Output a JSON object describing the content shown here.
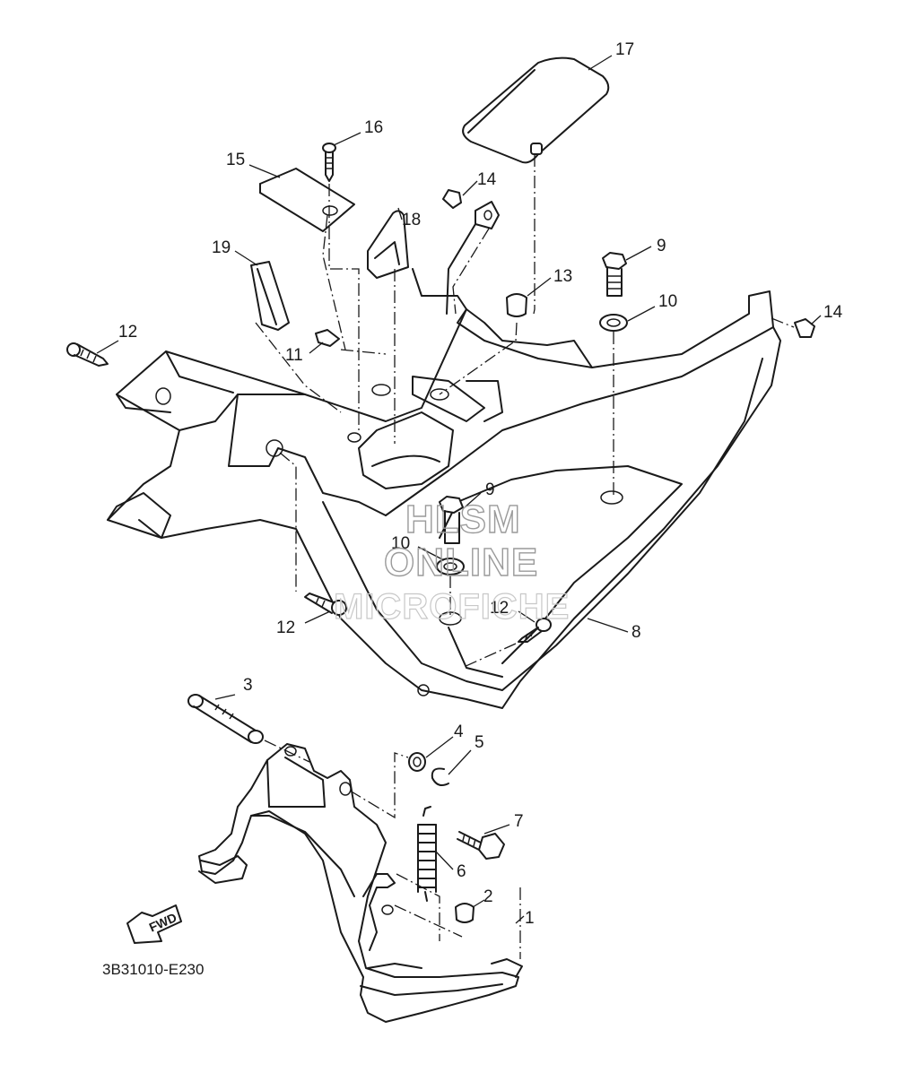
{
  "diagram_code": "3B31010-E230",
  "direction_label": "FWD",
  "watermark": {
    "line1": "HLSM",
    "line2": "ONLINE",
    "line3": "MICROFICHE"
  },
  "callouts": [
    {
      "id": "c17",
      "label": "17"
    },
    {
      "id": "c16",
      "label": "16"
    },
    {
      "id": "c15",
      "label": "15"
    },
    {
      "id": "c14a",
      "label": "14"
    },
    {
      "id": "c18",
      "label": "18"
    },
    {
      "id": "c19",
      "label": "19"
    },
    {
      "id": "c9a",
      "label": "9"
    },
    {
      "id": "c13",
      "label": "13"
    },
    {
      "id": "c10a",
      "label": "10"
    },
    {
      "id": "c14b",
      "label": "14"
    },
    {
      "id": "c12a",
      "label": "12"
    },
    {
      "id": "c11",
      "label": "11"
    },
    {
      "id": "c9b",
      "label": "9"
    },
    {
      "id": "c10b",
      "label": "10"
    },
    {
      "id": "c12b",
      "label": "12"
    },
    {
      "id": "c12c",
      "label": "12"
    },
    {
      "id": "c8",
      "label": "8"
    },
    {
      "id": "c3",
      "label": "3"
    },
    {
      "id": "c4",
      "label": "4"
    },
    {
      "id": "c5",
      "label": "5"
    },
    {
      "id": "c7",
      "label": "7"
    },
    {
      "id": "c6",
      "label": "6"
    },
    {
      "id": "c2",
      "label": "2"
    },
    {
      "id": "c1",
      "label": "1"
    }
  ]
}
